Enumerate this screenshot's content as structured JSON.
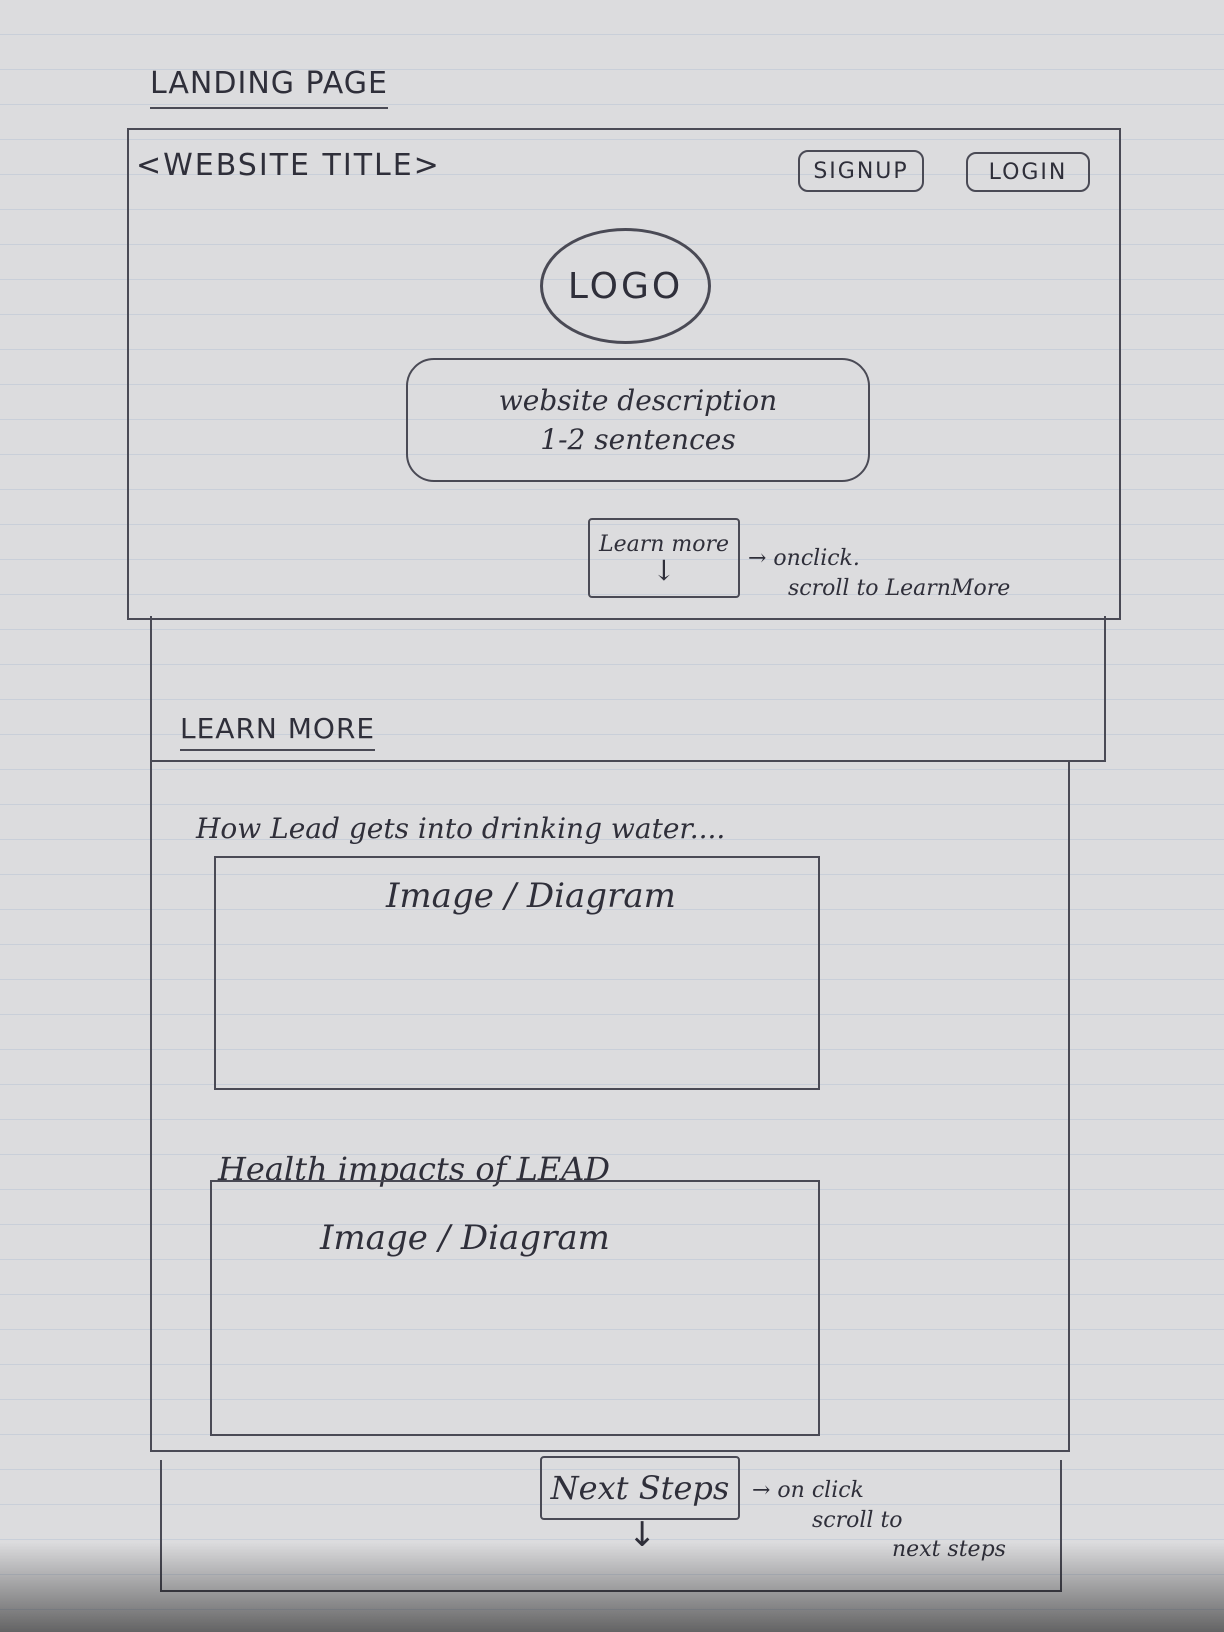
{
  "page_heading": "LANDING PAGE",
  "header": {
    "website_title": "<WEBSITE TITLE>",
    "signup_label": "SIGNUP",
    "login_label": "LOGIN"
  },
  "hero": {
    "logo_label": "LOGO",
    "description_line1": "website description",
    "description_line2": "1-2 sentences",
    "learn_more_label": "Learn more",
    "learn_more_arrow": "↓",
    "learn_more_note_line1": "→ onclick.",
    "learn_more_note_line2": "scroll to LearnMore"
  },
  "learn_more": {
    "section_heading": "LEARN MORE",
    "topic1_heading": "How Lead gets into drinking water....",
    "topic1_image_label": "Image / Diagram",
    "topic2_heading": "Health impacts of LEAD",
    "topic2_image_label": "Image / Diagram"
  },
  "next_steps": {
    "button_label": "Next Steps",
    "arrow": "↓",
    "note_line1": "→ on click",
    "note_line2": "scroll to",
    "note_line3": "next steps"
  }
}
